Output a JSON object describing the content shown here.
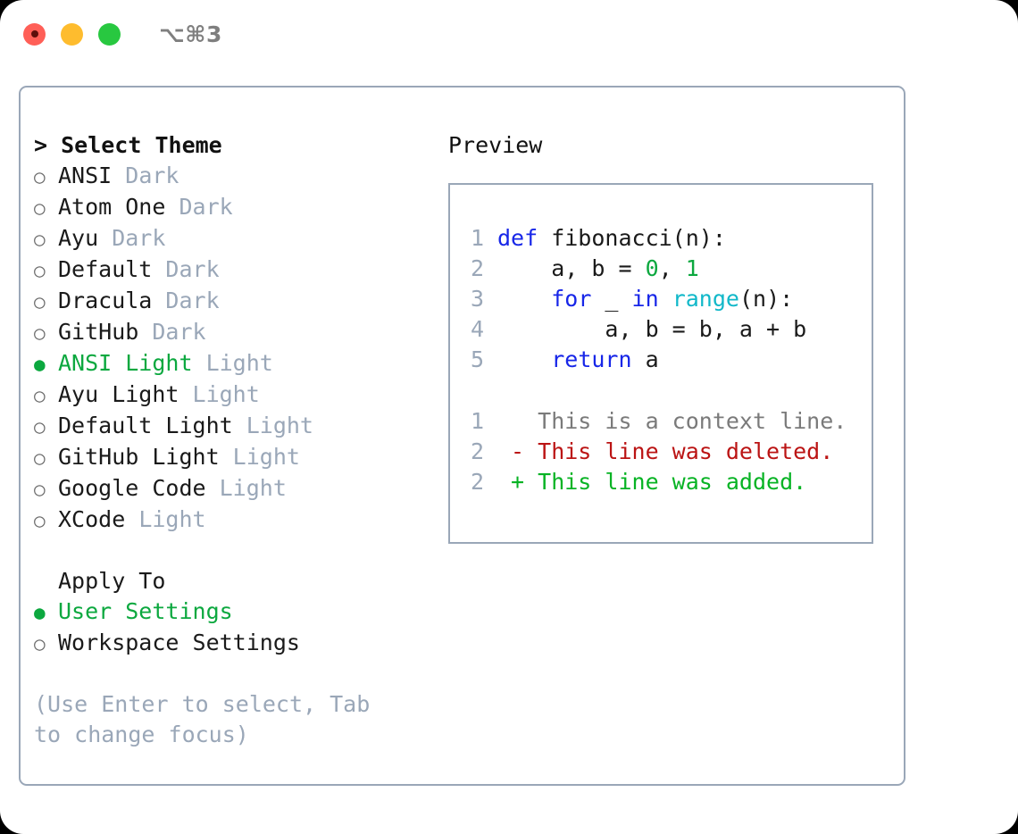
{
  "titlebar": {
    "shortcut": "⌥⌘3",
    "buttons": [
      {
        "name": "close",
        "color": "#ff5f57"
      },
      {
        "name": "minimize",
        "color": "#febc2e"
      },
      {
        "name": "zoom",
        "color": "#28c840"
      }
    ]
  },
  "theme_picker": {
    "heading": "> Select Theme",
    "marker_selected": "●",
    "marker_unselected": "○",
    "options": [
      {
        "name": "ANSI",
        "tag": "Dark",
        "selected": false
      },
      {
        "name": "Atom One",
        "tag": "Dark",
        "selected": false
      },
      {
        "name": "Ayu",
        "tag": "Dark",
        "selected": false
      },
      {
        "name": "Default",
        "tag": "Dark",
        "selected": false
      },
      {
        "name": "Dracula",
        "tag": "Dark",
        "selected": false
      },
      {
        "name": "GitHub",
        "tag": "Dark",
        "selected": false
      },
      {
        "name": "ANSI Light",
        "tag": "Light",
        "selected": true
      },
      {
        "name": "Ayu Light",
        "tag": "Light",
        "selected": false
      },
      {
        "name": "Default Light",
        "tag": "Light",
        "selected": false
      },
      {
        "name": "GitHub Light",
        "tag": "Light",
        "selected": false
      },
      {
        "name": "Google Code",
        "tag": "Light",
        "selected": false
      },
      {
        "name": "XCode",
        "tag": "Light",
        "selected": false
      }
    ]
  },
  "apply_to": {
    "heading": "Apply To",
    "options": [
      {
        "name": "User Settings",
        "selected": true
      },
      {
        "name": "Workspace Settings",
        "selected": false
      }
    ]
  },
  "hint": "(Use Enter to select, Tab to change focus)",
  "preview": {
    "title": "Preview",
    "code": [
      {
        "num": "1",
        "tokens": [
          {
            "t": "def",
            "c": "kw"
          },
          {
            "t": " fibonacci(n):",
            "c": "pl"
          }
        ]
      },
      {
        "num": "2",
        "tokens": [
          {
            "t": "    a, b = ",
            "c": "pl"
          },
          {
            "t": "0",
            "c": "num"
          },
          {
            "t": ", ",
            "c": "pl"
          },
          {
            "t": "1",
            "c": "num"
          }
        ]
      },
      {
        "num": "3",
        "tokens": [
          {
            "t": "    ",
            "c": "pl"
          },
          {
            "t": "for",
            "c": "kw"
          },
          {
            "t": " _ ",
            "c": "pl"
          },
          {
            "t": "in",
            "c": "kw"
          },
          {
            "t": " ",
            "c": "pl"
          },
          {
            "t": "range",
            "c": "fn"
          },
          {
            "t": "(n):",
            "c": "pl"
          }
        ]
      },
      {
        "num": "4",
        "tokens": [
          {
            "t": "        a, b = b, a + b",
            "c": "pl"
          }
        ]
      },
      {
        "num": "5",
        "tokens": [
          {
            "t": "    ",
            "c": "pl"
          },
          {
            "t": "return",
            "c": "kw"
          },
          {
            "t": " a",
            "c": "pl"
          }
        ]
      }
    ],
    "diff": [
      {
        "num": "1",
        "sign": " ",
        "text": "This is a context line.",
        "kind": "ctx"
      },
      {
        "num": "2",
        "sign": "-",
        "text": "This line was deleted.",
        "kind": "del"
      },
      {
        "num": "2",
        "sign": "+",
        "text": "This line was added.",
        "kind": "add"
      }
    ]
  },
  "colors": {
    "accent_green": "#0ca83f",
    "muted": "#9aa7b8",
    "keyword": "#1726e8",
    "function": "#11b8c9",
    "number": "#0ca83f",
    "diff_delete": "#bb1414",
    "diff_add": "#07b324",
    "border": "#9aa7b8"
  }
}
